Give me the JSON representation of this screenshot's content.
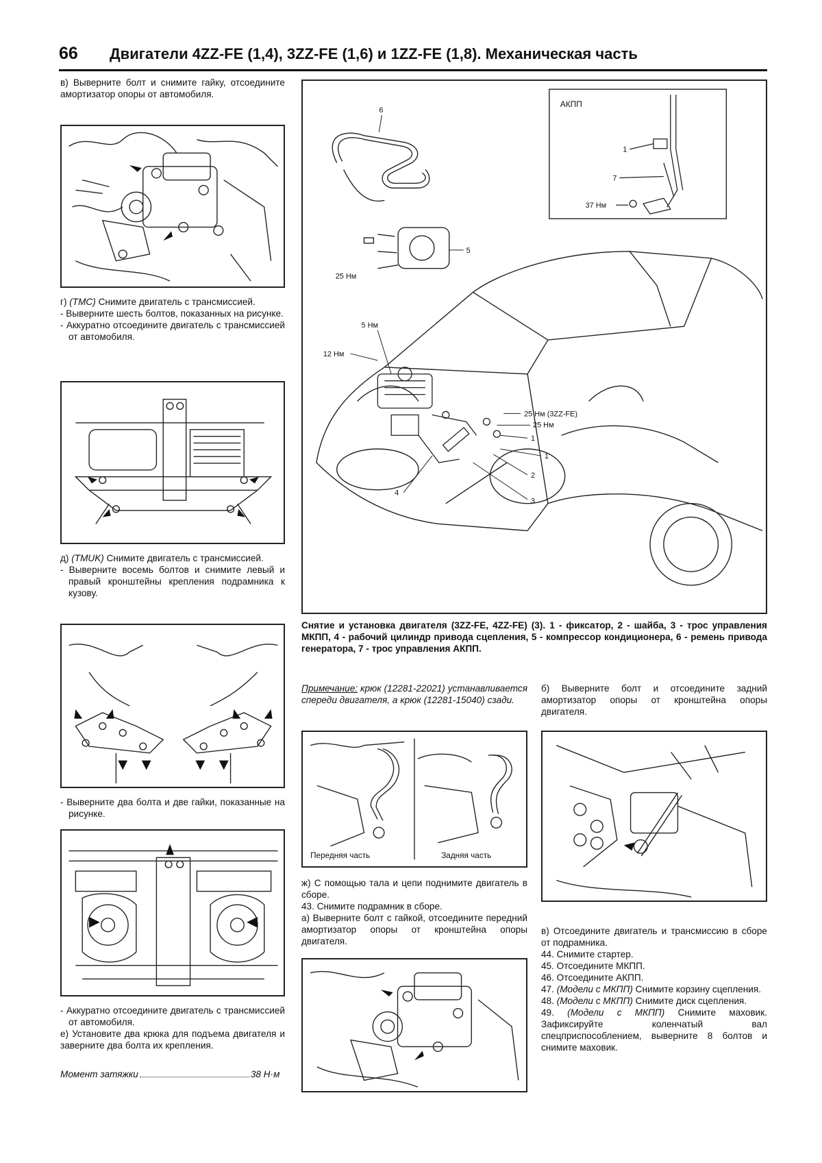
{
  "header": {
    "page_number": "66",
    "title": "Двигатели 4ZZ-FE (1,4), 3ZZ-FE (1,6) и 1ZZ-FE (1,8). Механическая часть"
  },
  "left": {
    "step_v": "в) Выверните болт и снимите гайку, отсоедините амортизатор опоры от автомобиля.",
    "step_g_model": "(TMC)",
    "step_g_prefix": "г)",
    "step_g_text": "Снимите двигатель с трансмиссией.",
    "step_g_sub1": "- Выверните шесть болтов, показанных на рисунке.",
    "step_g_sub2": "- Аккуратно отсоедините двигатель с трансмиссией от автомобиля.",
    "step_d_prefix": "д)",
    "step_d_model": "(TMUK)",
    "step_d_text": "Снимите двигатель с трансмиссией.",
    "step_d_sub1": "- Выверните восемь болтов и снимите левый и правый кронштейны крепления подрамника к кузову.",
    "step_d_sub2": "- Выверните два болта и две гайки, показанные на рисунке.",
    "step_d_sub3": "- Аккуратно отсоедините двигатель с трансмиссией от автомобиля.",
    "step_e": "е) Установите два крюка для подъема двигателя и заверните два болта их крепления.",
    "torque_label": "Момент затяжки",
    "torque_value": "38 Н·м"
  },
  "main_figure": {
    "labels": {
      "akpp": "АКПП",
      "n6": "6",
      "n5": "5",
      "n1a": "1",
      "n7": "7",
      "t37": "37 Нм",
      "t25a": "25 Нм",
      "t5": "5 Нм",
      "t12": "12 Нм",
      "t25_3zz": "25 Нм (3ZZ-FE)",
      "t25b": "25 Нм",
      "c1a": "1",
      "c1b": "1",
      "c2": "2",
      "c3": "3",
      "c4": "4"
    },
    "caption": "Снятие и установка двигателя (3ZZ-FE, 4ZZ-FE) (3). 1 - фиксатор, 2 - шайба, 3 - трос управления МКПП, 4 - рабочий цилиндр привода сцепления, 5 - компрессор кондиционера, 6 - ремень привода генератора, 7 - трос управления АКПП."
  },
  "middle": {
    "note_label": "Примечание:",
    "note_text": "крюк (12281-22021) устанавливается спереди двигателя, а крюк (12281-15040) сзади.",
    "hooks_front": "Передняя часть",
    "hooks_rear": "Задняя часть",
    "step_zh": "ж) С помощью тала и цепи поднимите двигатель в сборе.",
    "step_43": "43. Снимите подрамник в сборе.",
    "step_43a": "а) Выверните болт с гайкой, отсоедините передний амортизатор опоры от кронштейна опоры двигателя."
  },
  "right": {
    "step_b": "б) Выверните болт и отсоедините задний амортизатор опоры от кронштейна опоры двигателя.",
    "step_v2": "в) Отсоедините двигатель и трансмиссию в сборе от подрамника.",
    "step_44": "44. Снимите стартер.",
    "step_45": "45. Отсоедините МКПП.",
    "step_46": "46. Отсоедините АКПП.",
    "step_47_num": "47.",
    "step_47_model": "(Модели с МКПП)",
    "step_47_text": "Снимите корзину сцепления.",
    "step_48_num": "48.",
    "step_48_model": "(Модели с МКПП)",
    "step_48_text": "Снимите диск сцепления.",
    "step_49_num": "49.",
    "step_49_model": "(Модели с МКПП)",
    "step_49_text": "Снимите маховик. Зафиксируйте коленчатый вал спецприспособлением, выверните 8 болтов и снимите маховик."
  }
}
